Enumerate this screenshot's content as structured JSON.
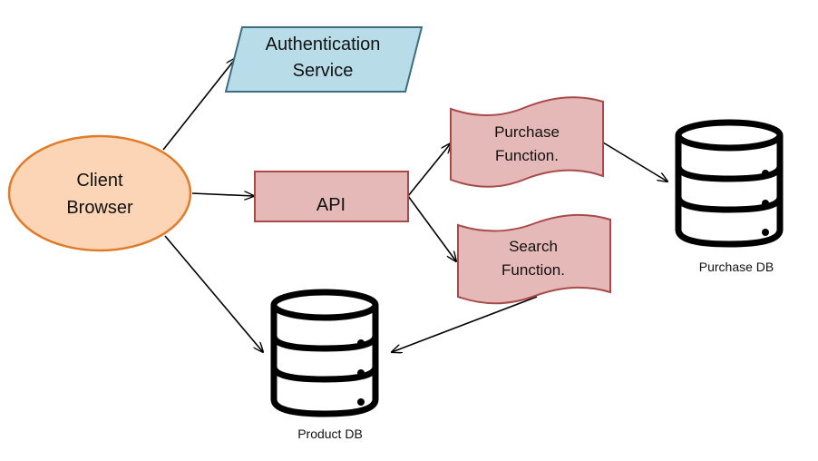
{
  "nodes": {
    "client": {
      "line1": "Client",
      "line2": "Browser"
    },
    "auth": {
      "line1": "Authentication",
      "line2": "Service"
    },
    "api": {
      "label": "API"
    },
    "purchase_fn": {
      "line1": "Purchase",
      "line2": "Function."
    },
    "search_fn": {
      "line1": "Search",
      "line2": "Function."
    },
    "purchase_db": {
      "label": "Purchase DB"
    },
    "product_db": {
      "label": "Product DB"
    }
  },
  "edges": [
    {
      "from": "Client Browser",
      "to": "Authentication Service"
    },
    {
      "from": "Client Browser",
      "to": "API"
    },
    {
      "from": "Client Browser",
      "to": "Product DB"
    },
    {
      "from": "API",
      "to": "Purchase Function."
    },
    {
      "from": "API",
      "to": "Search Function."
    },
    {
      "from": "Purchase Function.",
      "to": "Purchase DB"
    },
    {
      "from": "Search Function.",
      "to": "Product DB"
    }
  ],
  "colors": {
    "client_fill": "#fbd5b5",
    "client_stroke": "#e07b2a",
    "auth_fill": "#b8dce8",
    "auth_stroke": "#3d6d82",
    "red_fill": "#e6b9b9",
    "red_stroke": "#a84a4a",
    "db_stroke": "#000000"
  },
  "icons": [
    "database-icon"
  ]
}
